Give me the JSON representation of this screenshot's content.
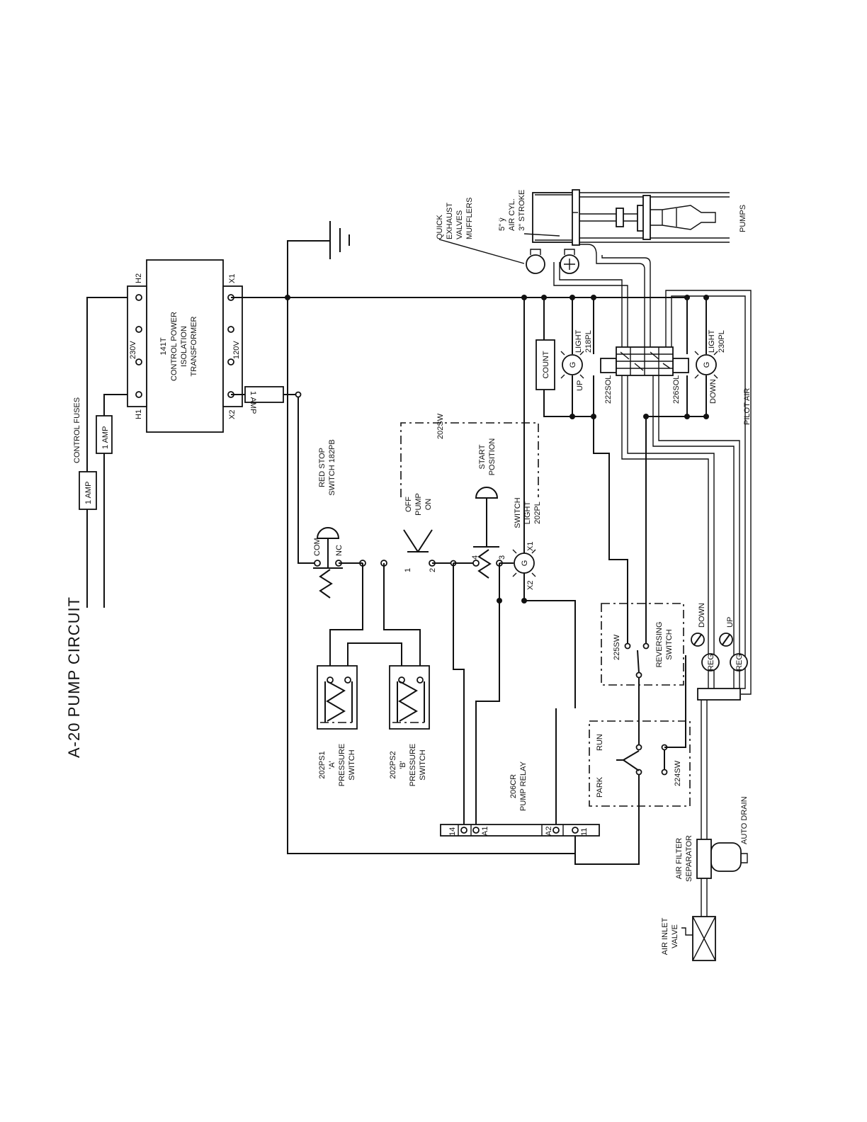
{
  "title": "A-20 PUMP CIRCUIT",
  "labels": {
    "control_fuses": "CONTROL FUSES",
    "fuse_1": "1 AMP",
    "fuse_2": "1 AMP",
    "fuse_3": "1 AMP",
    "xfmr_name": "141T",
    "xfmr_line1": "CONTROL POWER",
    "xfmr_line2": "ISOLATION",
    "xfmr_line3": "TRANSFORMER",
    "h1": "H1",
    "h2": "H2",
    "x1": "X1",
    "x2": "X2",
    "v230": "230V",
    "v120": "120V",
    "red_stop_1": "RED STOP",
    "red_stop_2": "SWITCH 182PB",
    "com": "COM",
    "nc": "NC",
    "sw202": "202SW",
    "off": "OFF",
    "pump": "PUMP",
    "on": "ON",
    "start": "START",
    "position": "POSITION",
    "switch": "SWITCH",
    "light": "LIGHT",
    "pl202": "202PL",
    "n1": "1",
    "n2": "2",
    "n3": "3",
    "n4": "4",
    "g": "G",
    "lx1": "X1",
    "lx2": "X2",
    "ps1_1": "202PS1",
    "ps1_2": "'A'",
    "ps1_3": "PRESSURE",
    "ps1_4": "SWITCH",
    "ps2_1": "202PS2",
    "ps2_2": "'B'",
    "ps2_3": "PRESSURE",
    "ps2_4": "SWITCH",
    "cr_1": "206CR",
    "cr_2": "PUMP RELAY",
    "t14": "14",
    "ta1": "A1",
    "ta2": "A2",
    "t11": "11",
    "count": "COUNT",
    "light218_1": "LIGHT",
    "light218_2": "218PL",
    "up": "UP",
    "sol222": "222SOL",
    "sol226": "226SOL",
    "light230_1": "LIGHT",
    "light230_2": "230PL",
    "down": "DOWN",
    "pilot_air": "PILOT AIR",
    "qe_1": "QUICK",
    "qe_2": "EXHAUST",
    "qe_3": "VALVES",
    "qe_4": "MUFFLERS",
    "cyl_1": "5\" ÿ",
    "cyl_2": "AIR CYL.",
    "cyl_3": "3\" STROKE",
    "pumps": "PUMPS",
    "sw225": "225SW",
    "rev_1": "REVERSING",
    "rev_2": "SWITCH",
    "reg_down": "DOWN",
    "reg_up": "UP",
    "reg": "REG",
    "reg2": "REG",
    "run": "RUN",
    "park": "PARK",
    "sw224": "224SW",
    "afs_1": "AIR FILTER",
    "afs_2": "SEPARATOR",
    "auto_drain": "AUTO DRAIN",
    "aiv_1": "AIR INLET",
    "aiv_2": "VALVE"
  }
}
